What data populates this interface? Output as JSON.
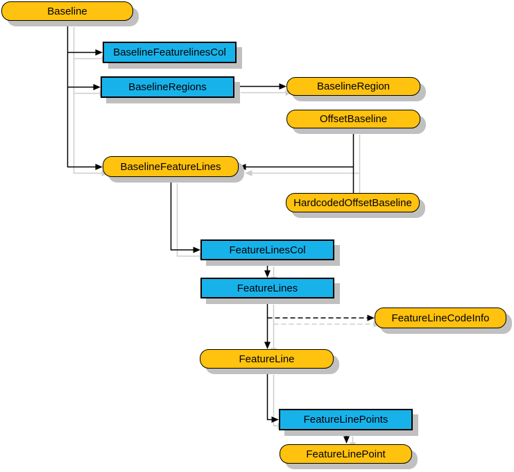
{
  "diagram": {
    "description": "Object model hierarchy diagram of Baseline classes and collections",
    "colors": {
      "class_fill": "#FFC20E",
      "collection_fill": "#18B2EA",
      "border": "#000000",
      "text": "#000000",
      "box_shadow": "#C0C0C0",
      "line": "#000000",
      "line_shadow": "#CDCDCD",
      "background": "#FFFFFF"
    },
    "nodes": [
      {
        "id": "baseline",
        "label": "Baseline",
        "kind": "class"
      },
      {
        "id": "baseline-featurelines-col",
        "label": "BaselineFeaturelinesCol",
        "kind": "collection"
      },
      {
        "id": "baseline-regions",
        "label": "BaselineRegions",
        "kind": "collection"
      },
      {
        "id": "baseline-region",
        "label": "BaselineRegion",
        "kind": "class"
      },
      {
        "id": "offset-baseline",
        "label": "OffsetBaseline",
        "kind": "class"
      },
      {
        "id": "baseline-feature-lines",
        "label": "BaselineFeatureLines",
        "kind": "class"
      },
      {
        "id": "hardcoded-offset-baseline",
        "label": "HardcodedOffsetBaseline",
        "kind": "class"
      },
      {
        "id": "feature-lines-col",
        "label": "FeatureLinesCol",
        "kind": "collection"
      },
      {
        "id": "feature-lines",
        "label": "FeatureLines",
        "kind": "collection"
      },
      {
        "id": "feature-line-code-info",
        "label": "FeatureLineCodeInfo",
        "kind": "class"
      },
      {
        "id": "feature-line",
        "label": "FeatureLine",
        "kind": "class"
      },
      {
        "id": "feature-line-points",
        "label": "FeatureLinePoints",
        "kind": "collection"
      },
      {
        "id": "feature-line-point",
        "label": "FeatureLinePoint",
        "kind": "class"
      }
    ],
    "edges": [
      {
        "from": "baseline",
        "to": "baseline-featurelines-col",
        "style": "solid"
      },
      {
        "from": "baseline",
        "to": "baseline-regions",
        "style": "solid"
      },
      {
        "from": "baseline",
        "to": "baseline-feature-lines",
        "style": "solid"
      },
      {
        "from": "baseline-regions",
        "to": "baseline-region",
        "style": "solid"
      },
      {
        "from": "offset-baseline",
        "to": "baseline-feature-lines",
        "style": "solid"
      },
      {
        "from": "hardcoded-offset-baseline",
        "to": "baseline-feature-lines",
        "style": "solid"
      },
      {
        "from": "baseline-feature-lines",
        "to": "feature-lines-col",
        "style": "solid"
      },
      {
        "from": "feature-lines-col",
        "to": "feature-lines",
        "style": "solid"
      },
      {
        "from": "feature-lines",
        "to": "feature-line-code-info",
        "style": "dashed"
      },
      {
        "from": "feature-lines",
        "to": "feature-line",
        "style": "solid"
      },
      {
        "from": "feature-line",
        "to": "feature-line-points",
        "style": "solid"
      },
      {
        "from": "feature-line-points",
        "to": "feature-line-point",
        "style": "solid"
      }
    ]
  }
}
